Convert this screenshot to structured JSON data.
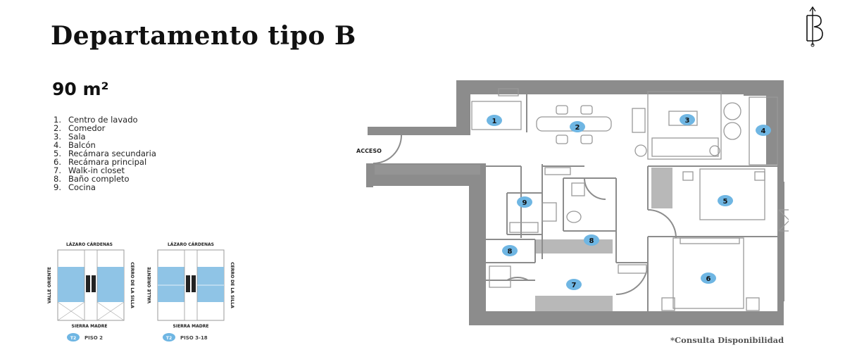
{
  "header": {
    "title": "Departamento tipo B",
    "area": "90 m²"
  },
  "rooms": [
    {
      "num": "1.",
      "label": "Centro de lavado"
    },
    {
      "num": "2.",
      "label": "Comedor"
    },
    {
      "num": "3.",
      "label": "Sala"
    },
    {
      "num": "4.",
      "label": "Balcón"
    },
    {
      "num": "5.",
      "label": "Recámara secundaria"
    },
    {
      "num": "6.",
      "label": "Recámara principal"
    },
    {
      "num": "7.",
      "label": "Walk-in closet"
    },
    {
      "num": "8.",
      "label": "Baño completo"
    },
    {
      "num": "9.",
      "label": "Cocina"
    }
  ],
  "plan": {
    "access_label": "ACCESO",
    "markers": [
      "1",
      "2",
      "3",
      "4",
      "5",
      "6",
      "7",
      "8",
      "8",
      "9"
    ]
  },
  "key_plans": [
    {
      "street_top": "LÁZARO CÁRDENAS",
      "street_bottom": "SIERRA MADRE",
      "street_left": "VALLE ORIENTE",
      "street_right": "CERRO DE LA SILLA",
      "badge": "T2",
      "floor": "PISO 2"
    },
    {
      "street_top": "LÁZARO CÁRDENAS",
      "street_bottom": "SIERRA MADRE",
      "street_left": "VALLE ORIENTE",
      "street_right": "CERRO DE LA SILLA",
      "badge": "T2",
      "floor": "PISO 3-18"
    }
  ],
  "footer": {
    "note": "*Consulta Disponibilidad"
  },
  "colors": {
    "wall": "#8c8c8c",
    "marker": "#6fb6e3",
    "text": "#111111"
  }
}
